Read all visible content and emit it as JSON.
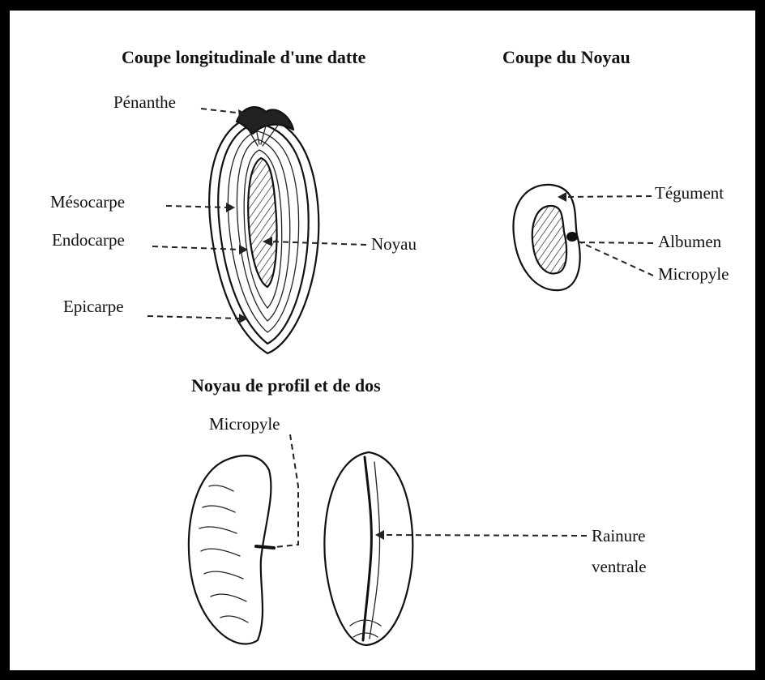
{
  "titles": {
    "longitudinal": "Coupe longitudinale d'une datte",
    "noyau_section": "Coupe du Noyau",
    "profile": "Noyau de profil et de dos"
  },
  "labels": {
    "penanthe": "Pénanthe",
    "mesocarpe": "Mésocarpe",
    "endocarpe": "Endocarpe",
    "noyau": "Noyau",
    "epicarpe": "Epicarpe",
    "tegument": "Tégument",
    "albumen": "Albumen",
    "micropyle_section": "Micropyle",
    "micropyle_profile": "Micropyle",
    "rainure_line1": "Rainure",
    "rainure_line2": "ventrale"
  },
  "colors": {
    "border": "#000000",
    "ink": "#111111",
    "background": "#ffffff"
  }
}
